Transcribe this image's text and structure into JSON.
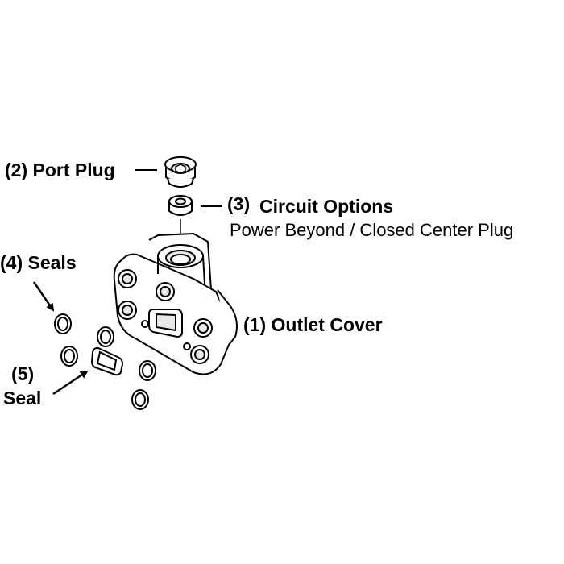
{
  "labels": {
    "port_plug": "(2) Port Plug",
    "circuit_number": "(3)",
    "circuit_title": "Circuit Options",
    "circuit_subtitle": "Power Beyond / Closed Center Plug",
    "seals": "(4) Seals",
    "seal_number": "(5)",
    "seal_word": "Seal",
    "outlet_cover": "(1) Outlet Cover"
  },
  "colors": {
    "ink": "#000000",
    "fill": "#ffffff",
    "shade": "#e8e8e8"
  }
}
